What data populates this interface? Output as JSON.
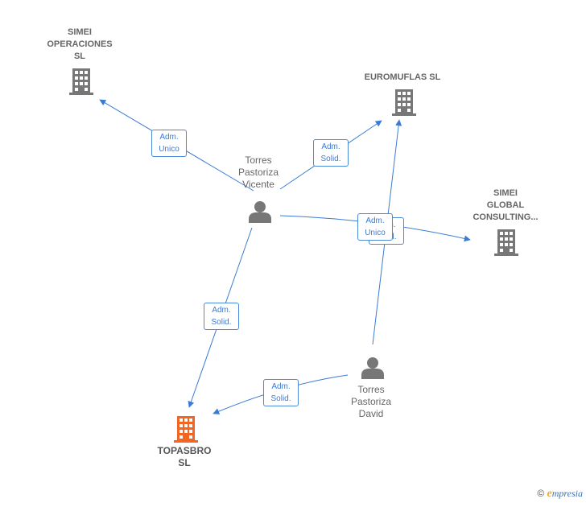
{
  "colors": {
    "edge": "#3a7bd5",
    "company_icon": "#777777",
    "main_company_icon": "#f26522",
    "person_icon": "#777777"
  },
  "companies": {
    "simei_operaciones": {
      "lines": [
        "SIMEI",
        "OPERACIONES",
        "SL"
      ]
    },
    "euromuflas": {
      "lines": [
        "EUROMUFLAS SL"
      ]
    },
    "simei_global": {
      "lines": [
        "SIMEI",
        "GLOBAL",
        "CONSULTING..."
      ]
    },
    "topasbro": {
      "lines": [
        "TOPASBRO",
        "SL"
      ]
    }
  },
  "persons": {
    "vicente": {
      "lines": [
        "Torres",
        "Pastoriza",
        "Vicente"
      ]
    },
    "david": {
      "lines": [
        "Torres",
        "Pastoriza",
        "David"
      ]
    }
  },
  "edge_labels": {
    "vicente_simei_operaciones": [
      "Adm.",
      "Unico"
    ],
    "vicente_euromuflas": [
      "Adm.",
      "Solid."
    ],
    "vicente_simei_global": [
      "Adm.",
      "Unico"
    ],
    "david_euromuflas": [
      "Adm.",
      "Solid."
    ],
    "vicente_topasbro": [
      "Adm.",
      "Solid."
    ],
    "david_topasbro": [
      "Adm.",
      "Solid."
    ]
  },
  "footer": {
    "copyright": "©",
    "brand_initial": "e",
    "brand_rest": "mpresia"
  }
}
